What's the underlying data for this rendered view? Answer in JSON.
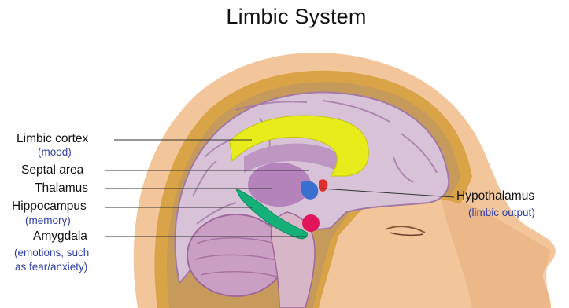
{
  "title": "Limbic System",
  "labels": {
    "limbic_cortex": {
      "name": "Limbic cortex",
      "note": "(mood)"
    },
    "septal_area": {
      "name": "Septal area"
    },
    "thalamus": {
      "name": "Thalamus"
    },
    "hippocampus": {
      "name": "Hippocampus",
      "note": "(memory)"
    },
    "amygdala": {
      "name": "Amygdala",
      "note_line1": "(emotions, such",
      "note_line2": "as fear/anxiety)"
    },
    "hypothalamus": {
      "name": "Hypothalamus",
      "note": "(limbic output)"
    }
  },
  "colors": {
    "limbic_cortex": "#e8ec1a",
    "hippocampus": "#15b07a",
    "amygdala": "#e0155a",
    "thalamus": "#3a6fd0",
    "hypothalamus": "#e03030",
    "note_text": "#2e3fa8"
  }
}
